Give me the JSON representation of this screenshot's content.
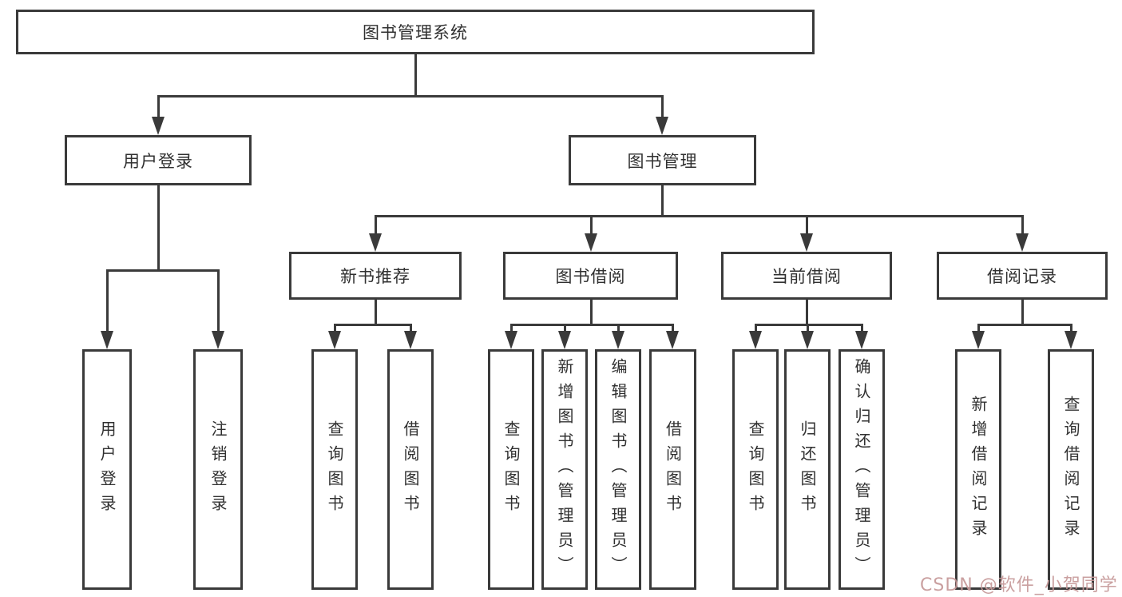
{
  "watermark": "CSDN @软件_小贺同学",
  "colors": {
    "line": "#3a3a3a",
    "text": "#303030",
    "background": "#ffffff",
    "watermark": "#c69898"
  },
  "tree": {
    "label": "图书管理系统",
    "children": [
      {
        "label": "用户登录",
        "children": [
          {
            "label": "用户登录"
          },
          {
            "label": "注销登录"
          }
        ]
      },
      {
        "label": "图书管理",
        "children": [
          {
            "label": "新书推荐",
            "children": [
              {
                "label": "查询图书"
              },
              {
                "label": "借阅图书"
              }
            ]
          },
          {
            "label": "图书借阅",
            "children": [
              {
                "label": "查询图书"
              },
              {
                "label": "新增图书（管理员）"
              },
              {
                "label": "编辑图书（管理员）"
              },
              {
                "label": "借阅图书"
              }
            ]
          },
          {
            "label": "当前借阅",
            "children": [
              {
                "label": "查询图书"
              },
              {
                "label": "归还图书"
              },
              {
                "label": "确认归还（管理员）"
              }
            ]
          },
          {
            "label": "借阅记录",
            "children": [
              {
                "label": "新增借阅记录"
              },
              {
                "label": "查询借阅记录"
              }
            ]
          }
        ]
      }
    ]
  }
}
